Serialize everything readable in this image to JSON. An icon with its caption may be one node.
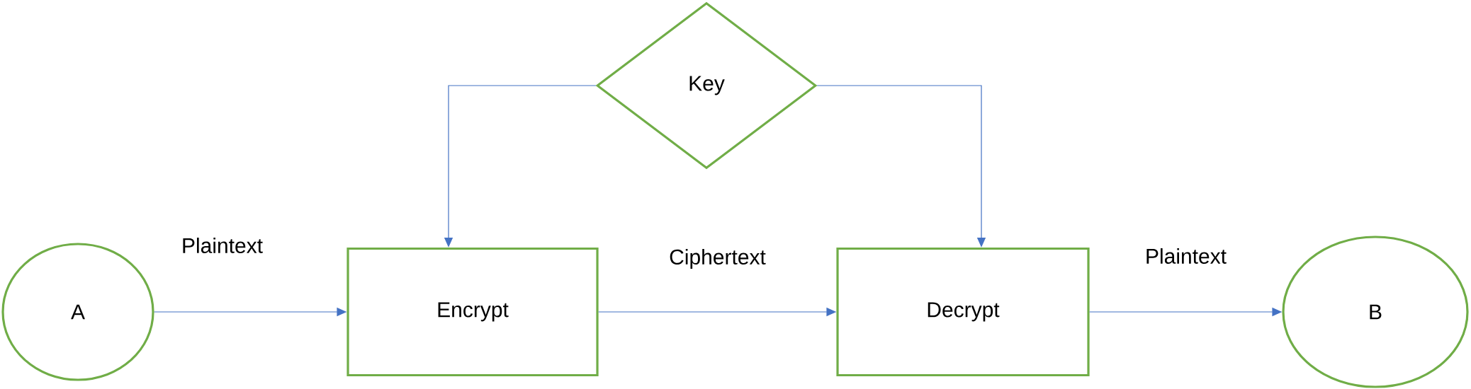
{
  "diagram": {
    "nodes": [
      {
        "text": [
          "Key"
        ]
      },
      {
        "text": [
          "A"
        ]
      },
      {
        "text": [
          "Encrypt"
        ]
      },
      {
        "text": [
          "Decrypt"
        ]
      },
      {
        "text": [
          "B"
        ]
      }
    ],
    "edges": [
      {
        "from": 1,
        "to": 2,
        "arrow": "to",
        "label": "Plaintext"
      },
      {
        "from": 2,
        "to": 3,
        "arrow": "to",
        "label": "Ciphertext"
      },
      {
        "from": 3,
        "to": 4,
        "arrow": "to",
        "label": "Plaintext"
      },
      {
        "from": 0,
        "to": 2,
        "arrow": "to"
      },
      {
        "from": 0,
        "to": 3,
        "arrow": "to"
      }
    ]
  }
}
